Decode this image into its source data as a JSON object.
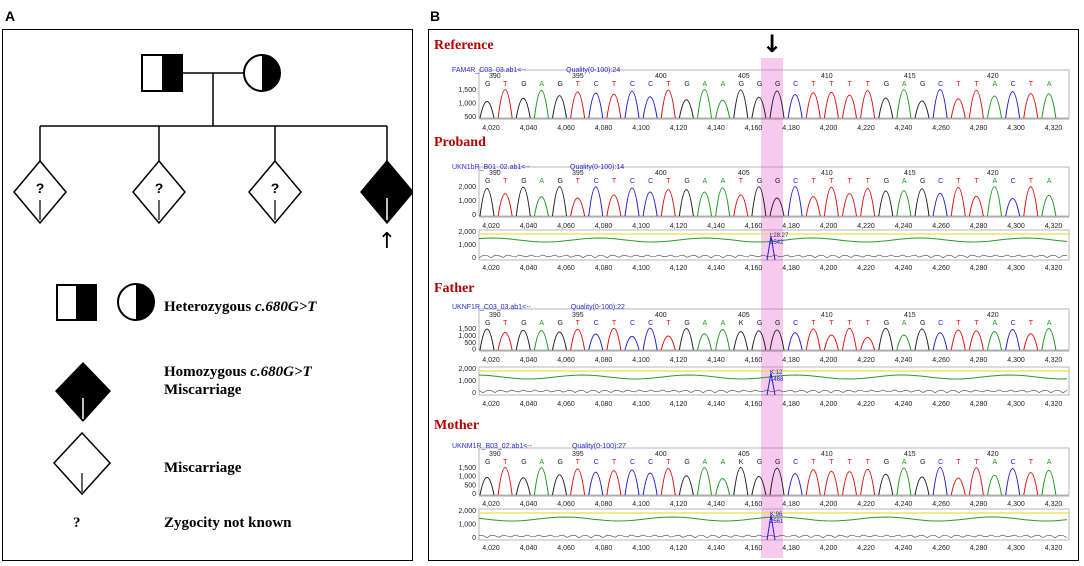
{
  "panels": {
    "a_label": "A",
    "b_label": "B"
  },
  "pedigree": {
    "unknown_mark": "?",
    "proband_arrow": "↑",
    "siblings": [
      "miscarriage-unknown",
      "miscarriage-unknown",
      "miscarriage-unknown",
      "miscarriage-homozygous"
    ]
  },
  "legend": {
    "heterozygous_prefix": "Heterozygous ",
    "variant": "c.680G>T",
    "homozygous_prefix": "Homozygous ",
    "homozygous_suffix": "Miscarriage",
    "miscarriage": "Miscarriage",
    "unknown_symbol": "?",
    "unknown_text": "Zygocity not known"
  },
  "chromatograms": {
    "arrow": "↓",
    "highlight_color": "#f7c9ef",
    "x_ticks": [
      "4,020",
      "4,040",
      "4,060",
      "4,080",
      "4,100",
      "4,120",
      "4,140",
      "4,160",
      "4,180",
      "4,200",
      "4,220",
      "4,240",
      "4,260",
      "4,280",
      "4,300",
      "4,320"
    ],
    "pos_ticks": [
      "390",
      "395",
      "400",
      "405",
      "410",
      "415",
      "420"
    ],
    "tracks": [
      {
        "title": "Reference",
        "file": "FAM4R_C03_03.ab1<--",
        "quality": "Quality(0-100):24",
        "y_ticks": [
          "1,500",
          "1,000",
          "500"
        ],
        "bases": "GTGAGTCTCCTGAAGGGCTTTTGAGCTTACTA",
        "has_quality_trace": false
      },
      {
        "title": "Proband",
        "file": "UKN1bR_B01_02.ab1<--",
        "quality": "Quality(0-100):14",
        "y_ticks": [
          "2,000",
          "1,000",
          "0"
        ],
        "bases": "GTGAGTCTCCTGAATGGCTTTTGAGCTTACTA",
        "has_quality_trace": true,
        "trace_y_ticks": [
          "2,000",
          "1,000",
          "0"
        ],
        "annotation": [
          "t:28.27",
          "3542"
        ]
      },
      {
        "title": "Father",
        "file": "UKNF1R_C03_03.ab1<--",
        "quality": "Quality(0-100):22",
        "y_ticks": [
          "1,500",
          "1,000",
          "500",
          "0"
        ],
        "bases": "GTGAGTCTCCTGAAKGGCTTTTGAGCTTACTA",
        "has_quality_trace": true,
        "trace_y_ticks": [
          "2,000",
          "1,000",
          "0"
        ],
        "annotation": [
          "K:12",
          "1468"
        ]
      },
      {
        "title": "Mother",
        "file": "UKNM1R_B03_02.ab1<--",
        "quality": "Quality(0-100):27",
        "y_ticks": [
          "1,500",
          "1,000",
          "500",
          "0"
        ],
        "bases": "GTGAGTCTCCTGAAKGGCTTTTGAGCTTACTA",
        "has_quality_trace": true,
        "trace_y_ticks": [
          "2,000",
          "1,000",
          "0"
        ],
        "annotation": [
          "K:96",
          "2561"
        ]
      }
    ]
  }
}
